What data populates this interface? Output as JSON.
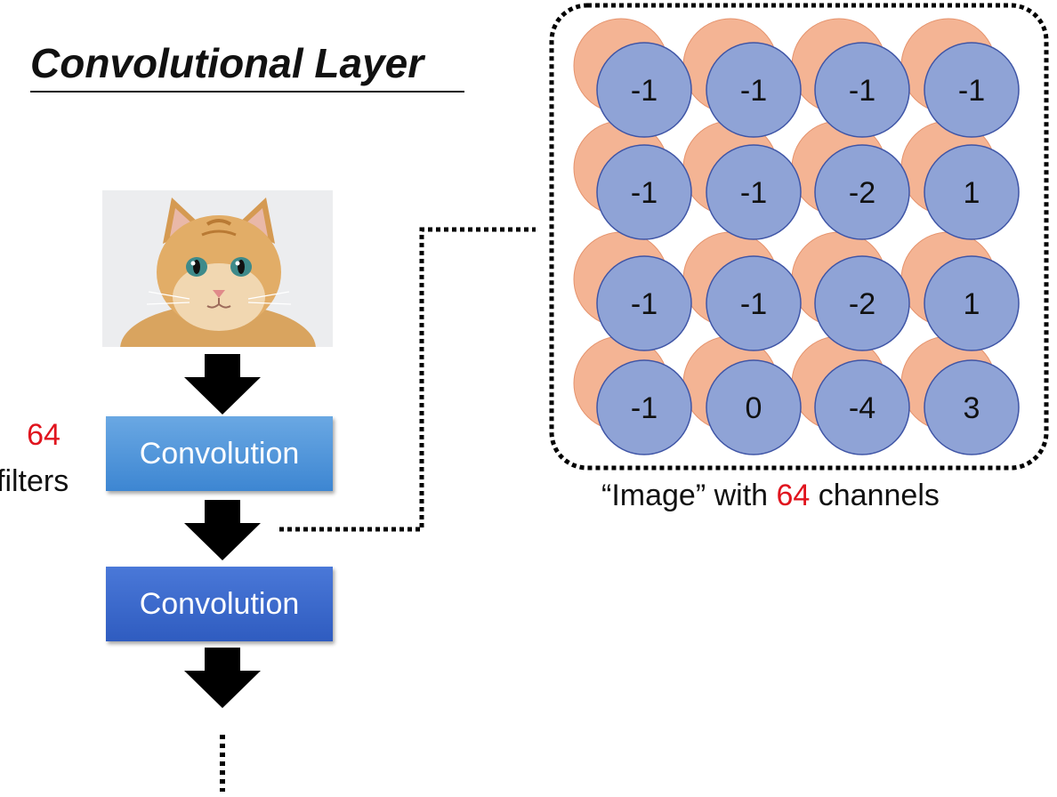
{
  "title": "Convolutional Layer",
  "filters": {
    "count": "64",
    "label": "filters"
  },
  "blocks": [
    {
      "label": "Convolution"
    },
    {
      "label": "Convolution"
    }
  ],
  "caption": {
    "prefix": "“Image” with ",
    "count": "64",
    "suffix": " channels"
  },
  "grid": {
    "values": [
      [
        "-1",
        "-1",
        "-1",
        "-1"
      ],
      [
        "-1",
        "-1",
        "-2",
        "1"
      ],
      [
        "-1",
        "-1",
        "-2",
        "1"
      ],
      [
        "-1",
        "0",
        "-4",
        "3"
      ]
    ]
  },
  "colors": {
    "front_circle": "#8fa3d6",
    "back_circle": "#f4b494",
    "accent_red": "#e0141e"
  }
}
